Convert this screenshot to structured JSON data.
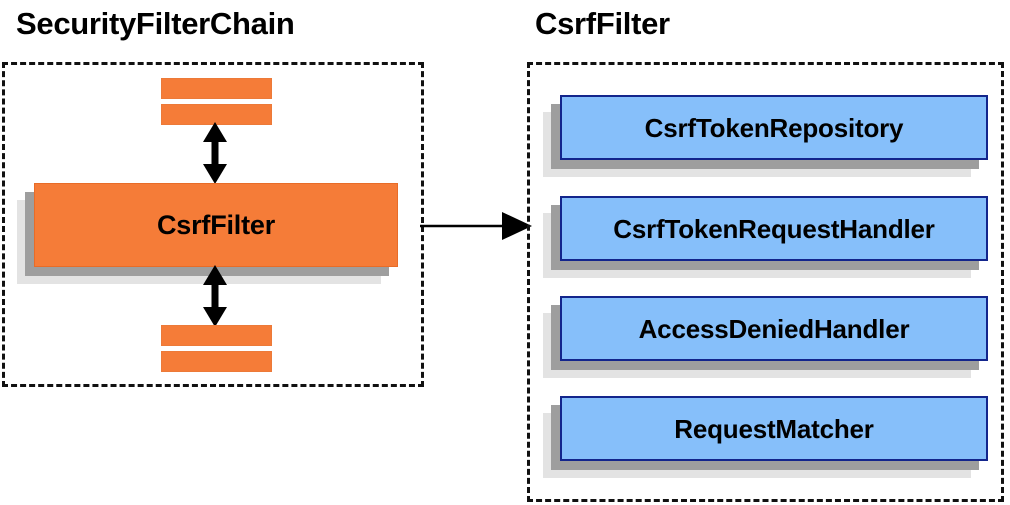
{
  "diagram": {
    "title_left": "SecurityFilterChain",
    "title_right": "CsrfFilter",
    "colors": {
      "orange_fill": "#f57c38",
      "orange_border": "#e86c28",
      "blue_fill": "#86bffa",
      "blue_border": "#13258c",
      "shadow_dark": "#9e9e9e",
      "shadow_light": "#e3e3e3",
      "outline": "#111111",
      "text": "#000000"
    },
    "left_panel": {
      "main_box_label": "CsrfFilter",
      "filter_bars": [
        {
          "name": "filter-bar-top-1"
        },
        {
          "name": "filter-bar-top-2"
        },
        {
          "name": "filter-bar-bottom-1"
        },
        {
          "name": "filter-bar-bottom-2"
        }
      ],
      "arrows": [
        {
          "name": "arrow-up",
          "direction": "vertical-double"
        },
        {
          "name": "arrow-down",
          "direction": "vertical-double"
        }
      ]
    },
    "connector": {
      "name": "arrow-right",
      "direction": "right",
      "from": "SecurityFilterChain",
      "to": "CsrfFilter"
    },
    "right_panel": {
      "components": [
        {
          "label": "CsrfTokenRepository"
        },
        {
          "label": "CsrfTokenRequestHandler"
        },
        {
          "label": "AccessDeniedHandler"
        },
        {
          "label": "RequestMatcher"
        }
      ]
    }
  }
}
